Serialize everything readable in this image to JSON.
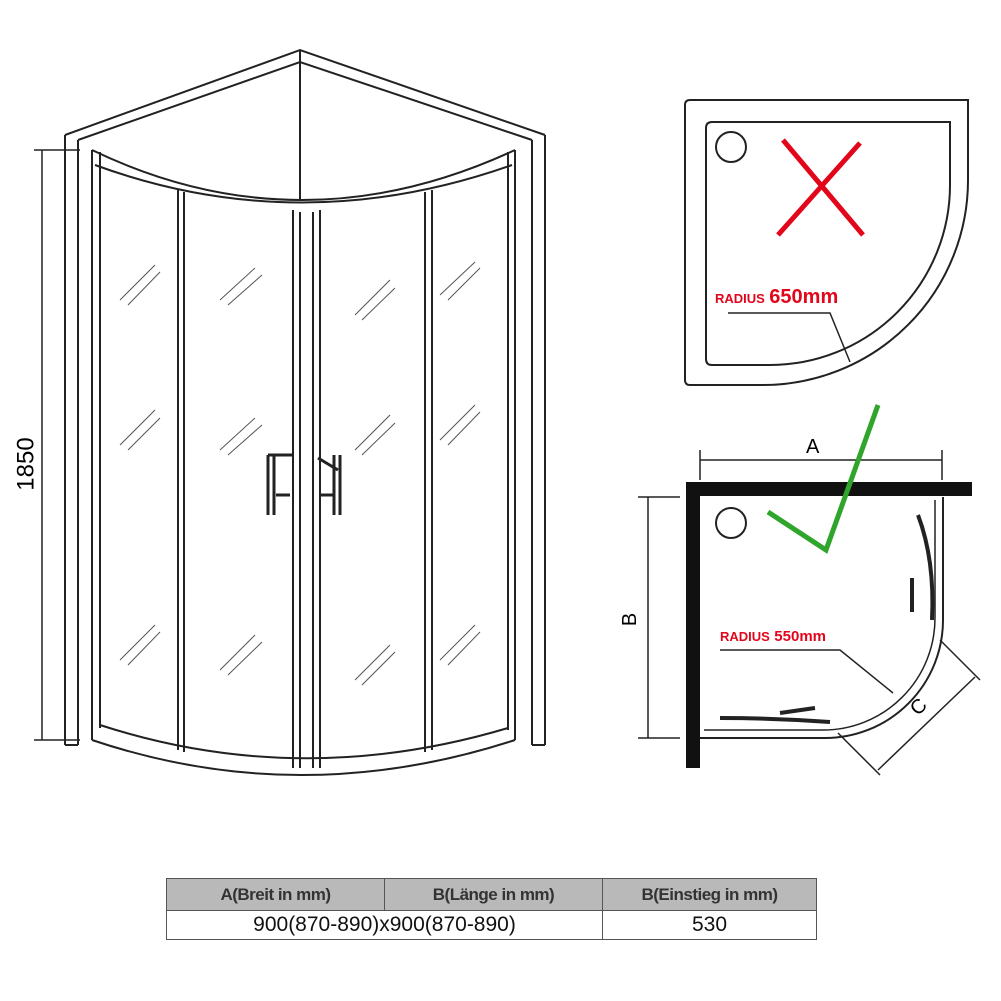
{
  "left_drawing": {
    "height_label": "1850"
  },
  "top_right": {
    "radius_word": "RADIUS",
    "radius_value": "650mm",
    "status": "wrong"
  },
  "bottom_right": {
    "dim_a": "A",
    "dim_b": "B",
    "dim_c": "C",
    "radius_word": "RADIUS",
    "radius_value": "550mm",
    "status": "correct"
  },
  "colors": {
    "wrong": "#e3061b",
    "correct": "#2fa52c"
  },
  "table": {
    "headers": [
      "A(Breit in mm)",
      "B(Länge in mm)",
      "B(Einstieg in mm)"
    ],
    "size_value": "900(870-890)x900(870-890)",
    "entry_value": "530"
  }
}
